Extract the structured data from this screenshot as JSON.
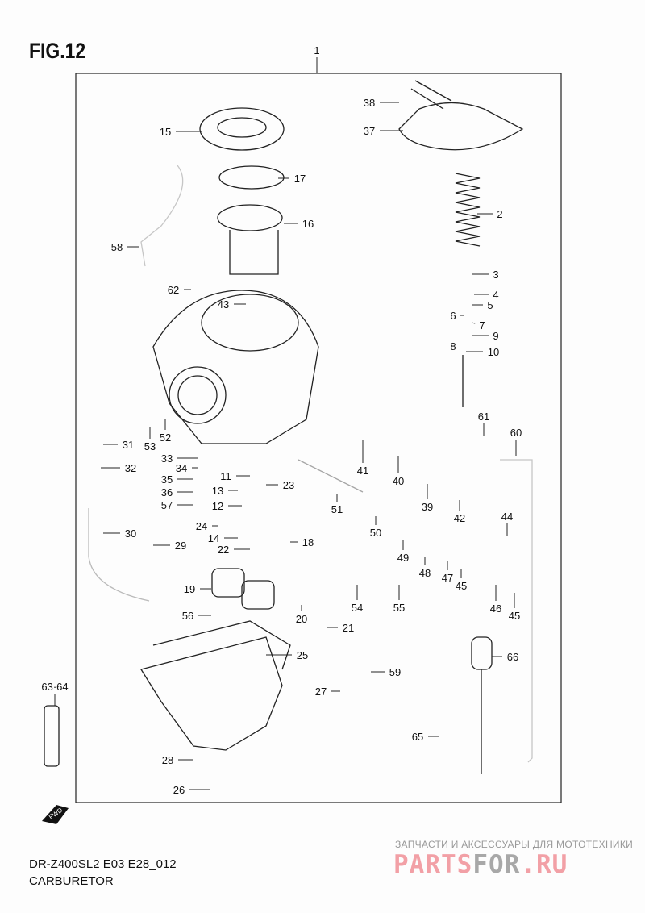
{
  "figure": {
    "title": "FIG.12",
    "model_code": "DR-Z400SL2 E03 E28_012",
    "name": "CARBURETOR",
    "fwd_mark": "FWD"
  },
  "watermark": {
    "tagline": "ЗАПЧАСТИ И АКСЕССУАРЫ ДЛЯ МОТОТЕХНИКИ",
    "logo_a": "PARTS",
    "logo_b": "FOR",
    "logo_c": ".RU"
  },
  "callouts": [
    "1",
    "38",
    "37",
    "15",
    "17",
    "16",
    "2",
    "58",
    "3",
    "4",
    "62",
    "43",
    "5",
    "6",
    "7",
    "9",
    "8",
    "10",
    "61",
    "60",
    "31",
    "53",
    "52",
    "33",
    "34",
    "32",
    "11",
    "35",
    "41",
    "40",
    "23",
    "36",
    "13",
    "51",
    "57",
    "12",
    "39",
    "42",
    "44",
    "24",
    "50",
    "30",
    "14",
    "18",
    "22",
    "29",
    "49",
    "48",
    "47",
    "45",
    "19",
    "54",
    "55",
    "46",
    "45",
    "56",
    "20",
    "21",
    "25",
    "66",
    "59",
    "63·64",
    "27",
    "65",
    "28",
    "26"
  ]
}
